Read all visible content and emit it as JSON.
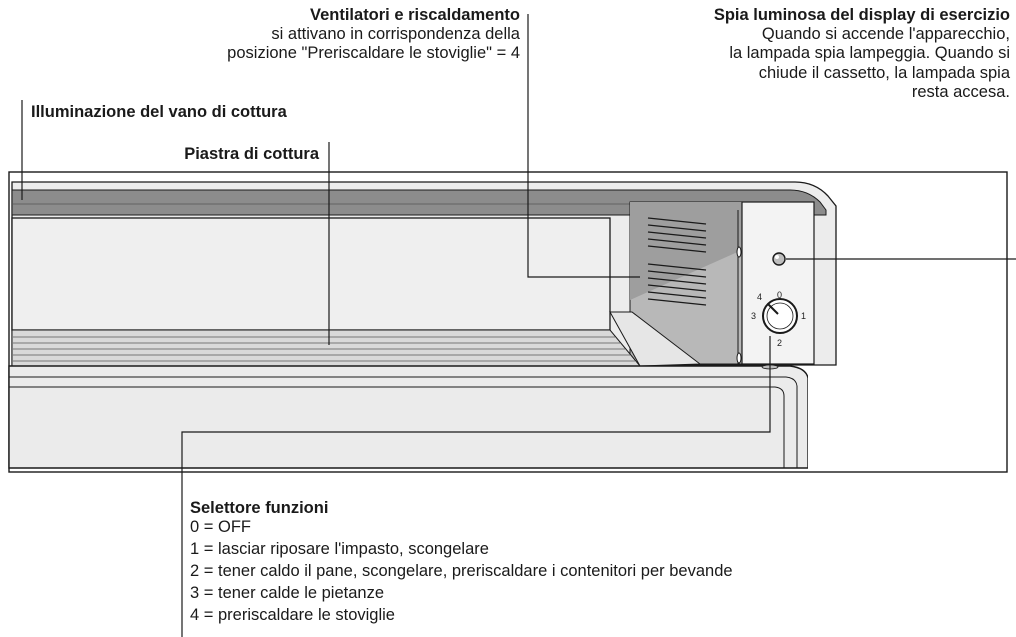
{
  "callouts": {
    "fans": {
      "title": "Ventilatori e riscaldamento",
      "line1": "si attivano in corrispondenza della",
      "line2": "posizione \"Preriscaldare le stoviglie\" = 4"
    },
    "indicator": {
      "title": "Spia luminosa del display di esercizio",
      "line1": "Quando si accende l'apparecchio,",
      "line2": "la lampada spia lampeggia. Quando si",
      "line3": "chiude il cassetto, la lampada spia",
      "line4": "resta accesa."
    },
    "lighting": {
      "title": "Illuminazione del vano di cottura"
    },
    "plate": {
      "title": "Piastra di cottura"
    },
    "selector": {
      "title": "Selettore funzioni",
      "options": [
        "0 = OFF",
        "1 = lasciar riposare l'impasto, scongelare",
        "2 = tener caldo il pane, scongelare, preriscaldare i contenitori per bevande",
        "3 = tener calde le pietanze",
        "4 = preriscaldare le stoviglie"
      ]
    }
  },
  "dial": {
    "labels": [
      "0",
      "1",
      "2",
      "3",
      "4"
    ]
  },
  "colors": {
    "line": "#1a1a1a",
    "panel": "#ebebeb",
    "dark": "#8c8c8c",
    "mid": "#bdbdbd"
  }
}
